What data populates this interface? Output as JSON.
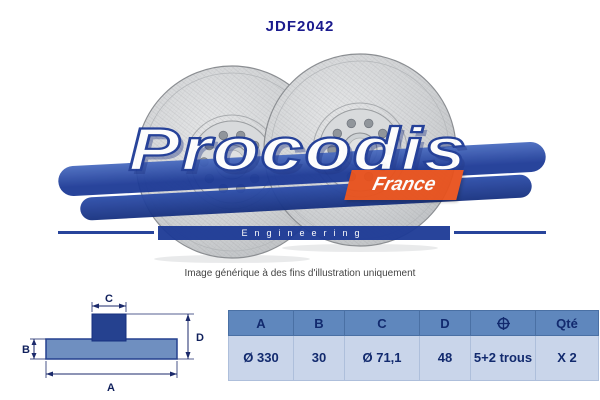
{
  "title": "JDF2042",
  "caption": "Image générique à des fins d'illustration uniquement",
  "watermark": {
    "brand": "Procodis",
    "country": "France",
    "subtitle": "Engineering"
  },
  "diagram": {
    "labels": {
      "a": "A",
      "b": "B",
      "c": "C",
      "d": "D"
    }
  },
  "table": {
    "headers": [
      {
        "label": "A"
      },
      {
        "label": "B"
      },
      {
        "label": "C"
      },
      {
        "label": "D"
      },
      {
        "label": "",
        "icon": "bolt-holes-icon"
      },
      {
        "label": "Qté"
      }
    ],
    "row": [
      "Ø 330",
      "30",
      "Ø 71,1",
      "48",
      "5+2 trous",
      "X 2"
    ]
  },
  "colors": {
    "title_navy": "#1b1b8e",
    "logo_blue": "#1d3a96",
    "logo_orange": "#e8511c",
    "table_header_bg": "#5f87bd",
    "table_row_bg": "#c9d5ea",
    "diagram_fill": "#6f8fc0",
    "diagram_dark": "#25418f"
  }
}
